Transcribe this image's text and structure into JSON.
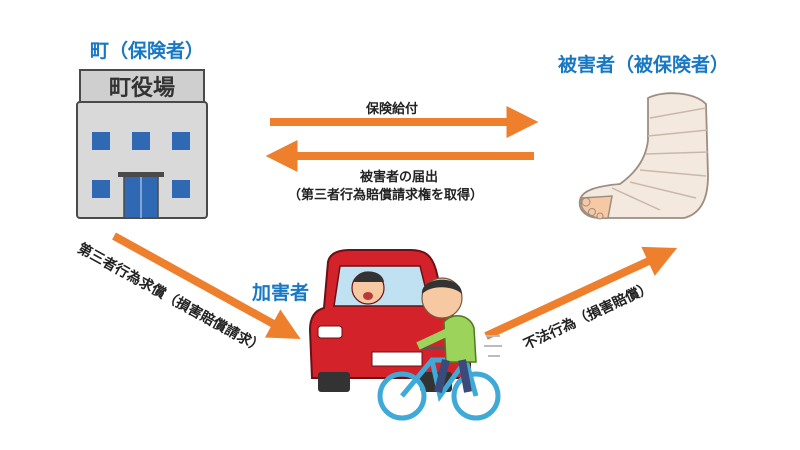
{
  "actors": {
    "insurer": "町（保険者）",
    "insured": "被害者（被保険者）",
    "perpetrator": "加害者"
  },
  "building_sign": "町役場",
  "flows": {
    "benefit": "保険給付",
    "report": "被害者の届出",
    "report_sub": "（第三者行為賠償請求権を取得）",
    "claim": "第三者行為求償（損害賠償請求）",
    "tort": "不法行為（損害賠償）"
  },
  "colors": {
    "arrow": "#ee7f2c",
    "actor_text": "#1a78c2",
    "car": "#d3222a",
    "bicycle": "#3fa9d8"
  },
  "icons": [
    "town-hall-icon",
    "bandaged-foot-icon",
    "car-icon",
    "bicycle-rider-icon"
  ]
}
